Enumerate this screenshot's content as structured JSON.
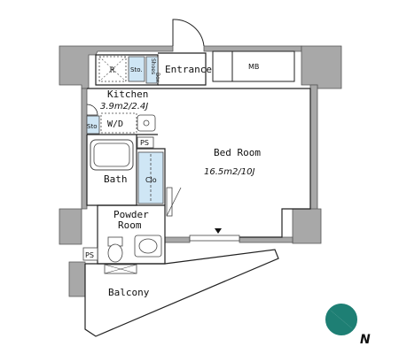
{
  "rooms": {
    "kitchen": {
      "name": "Kitchen",
      "area": "3.9m2/2.4J"
    },
    "bedroom": {
      "name": "Bed Room",
      "area": "16.5m2/10J"
    },
    "bath": {
      "name": "Bath"
    },
    "powder": {
      "name_line1": "Powder",
      "name_line2": "Room"
    },
    "balcony": {
      "name": "Balcony"
    },
    "entrance": {
      "name": "Entrance"
    }
  },
  "fixtures": {
    "refrigerator": "R",
    "storage_kitchen": "Sto.",
    "shoes_box_line1": "Shoes",
    "shoes_box_line2": "Box",
    "meter_box": "MB",
    "storage_bath": "Sto",
    "washer": "W/D",
    "pipe_space_1": "PS",
    "pipe_space_2": "PS",
    "closet": "Clo"
  },
  "compass": {
    "label": "N"
  },
  "colors": {
    "wall": "#a8a8a8",
    "storage_fill": "#cfe6f5",
    "compass": "#1e7f74"
  }
}
